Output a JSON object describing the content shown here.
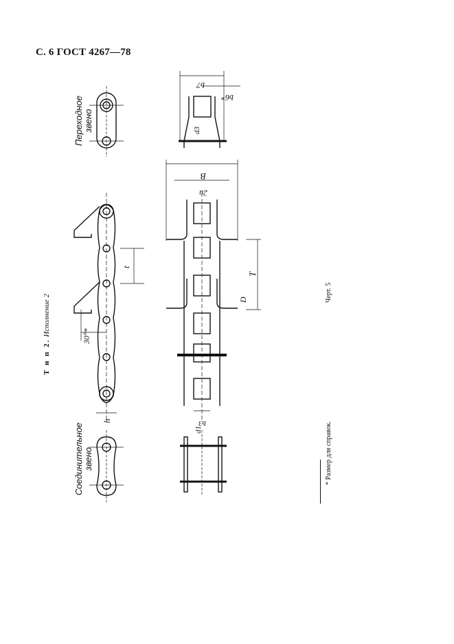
{
  "header": {
    "title": "С. 6 ГОСТ 4267—78"
  },
  "type_label": {
    "prefix": "Т и п 2.",
    "text": "Исполнение 2"
  },
  "link_labels": {
    "transition": [
      "Переходное",
      "звено"
    ],
    "connecting": [
      "Соединительное",
      "звено"
    ]
  },
  "dimensions": {
    "t": "t",
    "h": "h",
    "angle": "30°*",
    "b7": "b7",
    "b6": "b6*",
    "d3": "d3",
    "B": "B",
    "2a": "2a",
    "T": "T",
    "D": "D",
    "b3": "b3",
    "d1": "d1"
  },
  "figure_caption": "Черт. 5",
  "footnote": "* Размер для справок."
}
